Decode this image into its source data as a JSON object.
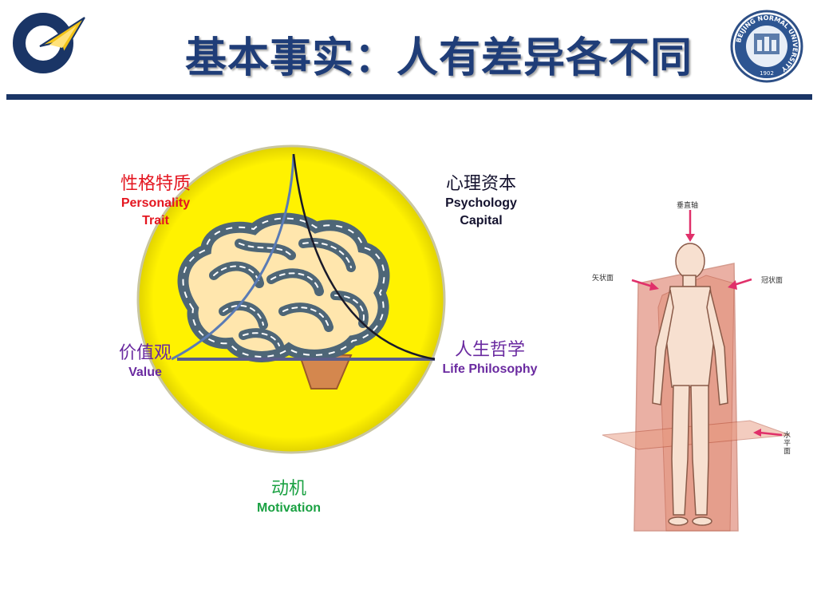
{
  "slide": {
    "title": "基本事实：人有差异各不同"
  },
  "labels": {
    "personality": {
      "zh": "性格特质",
      "en_1": "Personality",
      "en_2": "Trait",
      "color": "#e41620"
    },
    "psychology": {
      "zh": "心理资本",
      "en_1": "Psychology",
      "en_2": "Capital",
      "color": "#14122e"
    },
    "value": {
      "zh": "价值观",
      "en": "Value",
      "color": "#6a2aa0"
    },
    "philosophy": {
      "zh": "人生哲学",
      "en": "Life Philosophy",
      "color": "#6a2aa0"
    },
    "motivation": {
      "zh": "动机",
      "en": "Motivation",
      "color": "#1aa142"
    }
  },
  "anatomy": {
    "vertical_axis": "垂直轴",
    "sagittal_plane": "矢状面",
    "coronal_plane": "冠状面",
    "horizontal_plane_1": "水",
    "horizontal_plane_2": "平",
    "horizontal_plane_3": "面"
  },
  "emblem": {
    "ring_text": "BEIJING NORMAL UNIVERSITY",
    "year": "1902"
  },
  "colors": {
    "title": "#1f3d78",
    "rule": "#1a3566",
    "circle": "#fff200",
    "plane": "#d9705a"
  }
}
